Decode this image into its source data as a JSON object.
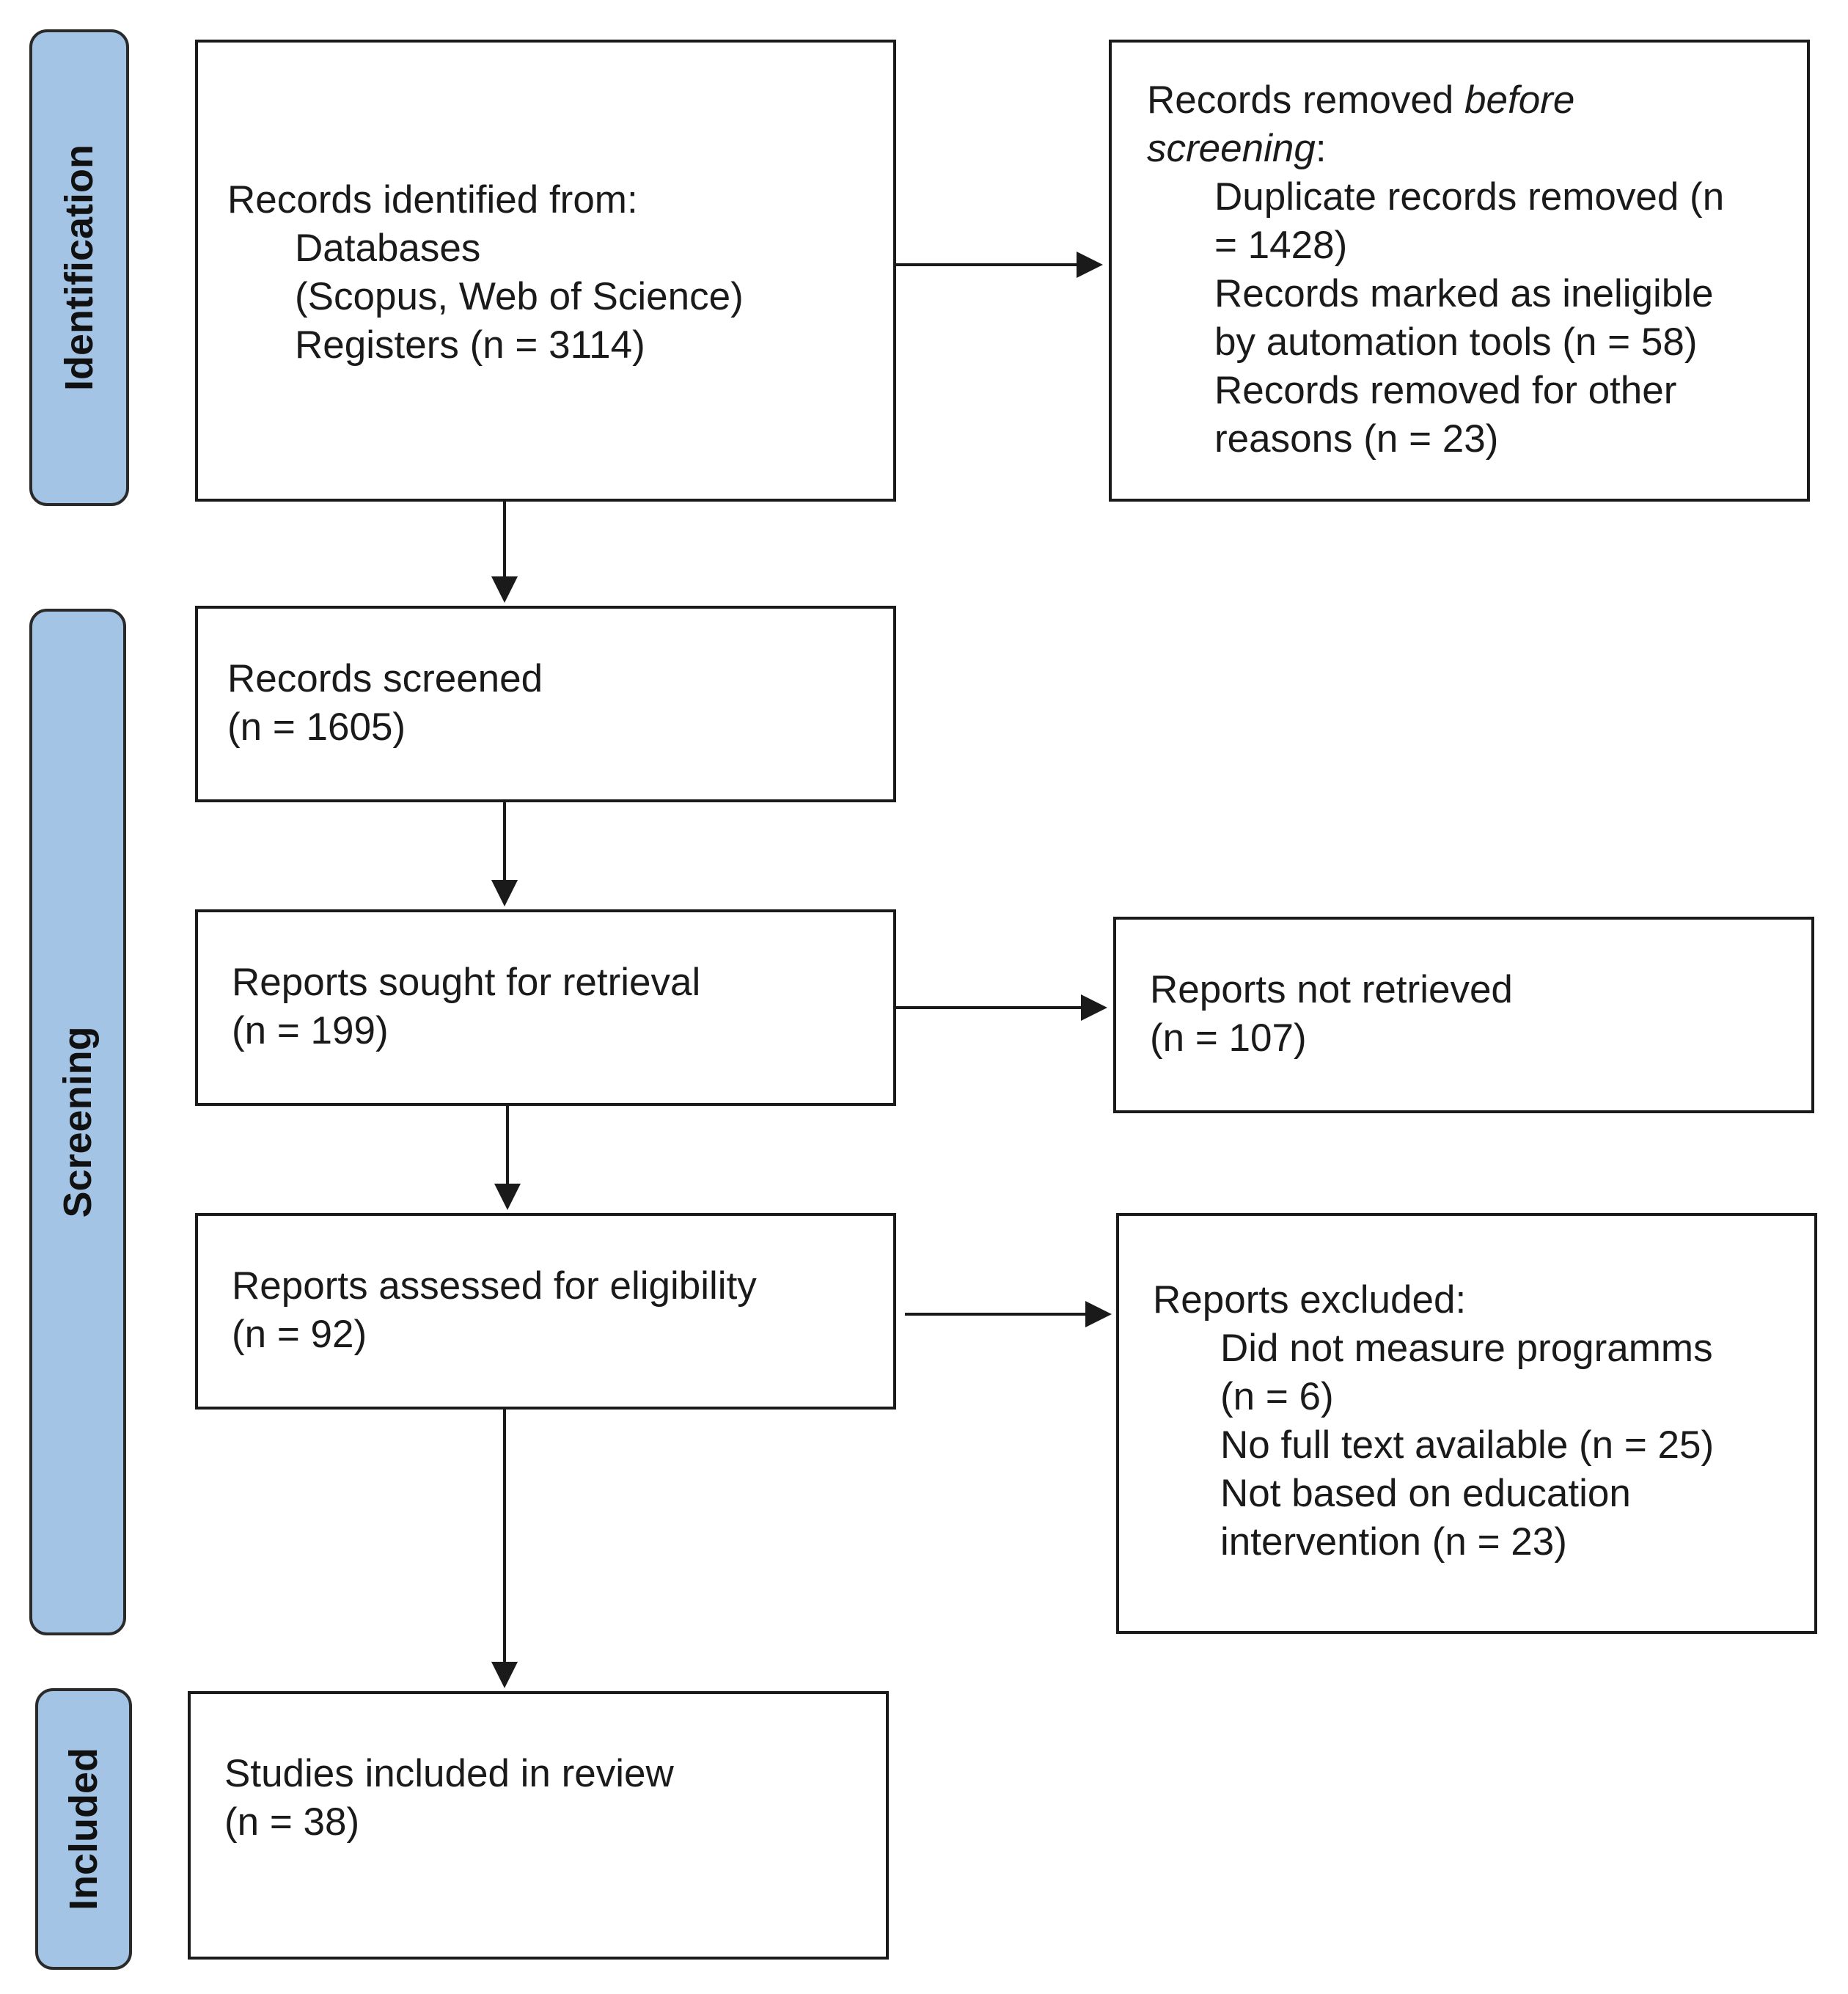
{
  "phases": {
    "identification": "Identification",
    "screening": "Screening",
    "included": "Included"
  },
  "boxes": {
    "records_identified": {
      "title": "Records identified from:",
      "lines": [
        "Databases",
        "(Scopus, Web of Science)",
        "Registers (n = 3114)"
      ]
    },
    "records_removed": {
      "title_a": "Records removed ",
      "title_b": "before",
      "title_c": "screening",
      "title_d": ":",
      "lines": [
        "Duplicate records removed (n",
        "= 1428)",
        "Records marked as ineligible",
        "by automation tools (n = 58)",
        "Records removed for other",
        "reasons (n = 23)"
      ]
    },
    "records_screened": {
      "title": "Records screened",
      "count": "(n = 1605)"
    },
    "reports_sought": {
      "title": "Reports sought for retrieval",
      "count": "(n = 199)"
    },
    "reports_not_retrieved": {
      "title": "Reports not retrieved",
      "count": "(n = 107)"
    },
    "reports_assessed": {
      "title": "Reports assessed for eligibility",
      "count": "(n = 92)"
    },
    "reports_excluded": {
      "title": "Reports excluded:",
      "lines": [
        "Did not measure programms",
        "(n = 6)",
        "No full text available (n = 25)",
        "Not based on education",
        "intervention (n = 23)"
      ]
    },
    "studies_included": {
      "title": "Studies included in review",
      "count": "(n = 38)"
    }
  },
  "colors": {
    "phase_fill": "#a4c4e6",
    "border": "#1a1a1a"
  }
}
